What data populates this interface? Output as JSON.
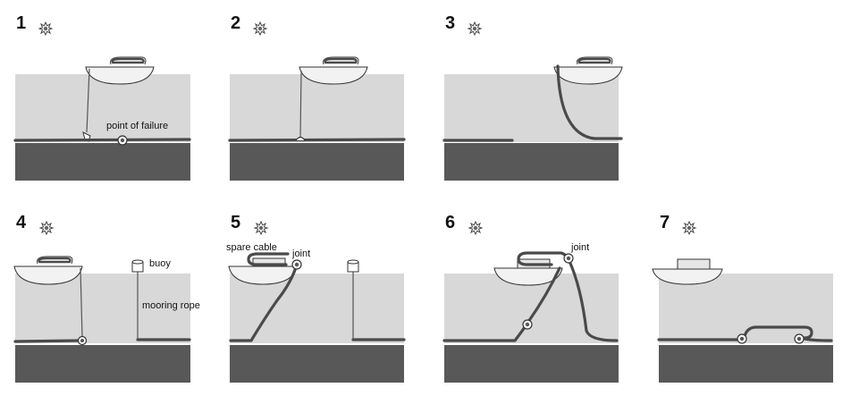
{
  "steps": [
    {
      "number": "1",
      "labels": {
        "failure": "point of failure"
      },
      "icon": "sun-icon"
    },
    {
      "number": "2",
      "icon": "sun-icon"
    },
    {
      "number": "3",
      "icon": "sun-icon"
    },
    {
      "number": "4",
      "labels": {
        "buoy": "buoy",
        "rope": "mooring rope"
      },
      "icon": "sun-icon"
    },
    {
      "number": "5",
      "labels": {
        "spare": "spare cable",
        "joint": "joint"
      },
      "icon": "sun-icon"
    },
    {
      "number": "6",
      "labels": {
        "joint": "joint"
      },
      "icon": "sun-icon"
    },
    {
      "number": "7",
      "icon": "sun-icon"
    }
  ],
  "colors": {
    "sea": "#d8d8d8",
    "seabed": "#585858",
    "cable": "#4a4a4a",
    "hull": "#f2f2f2"
  }
}
